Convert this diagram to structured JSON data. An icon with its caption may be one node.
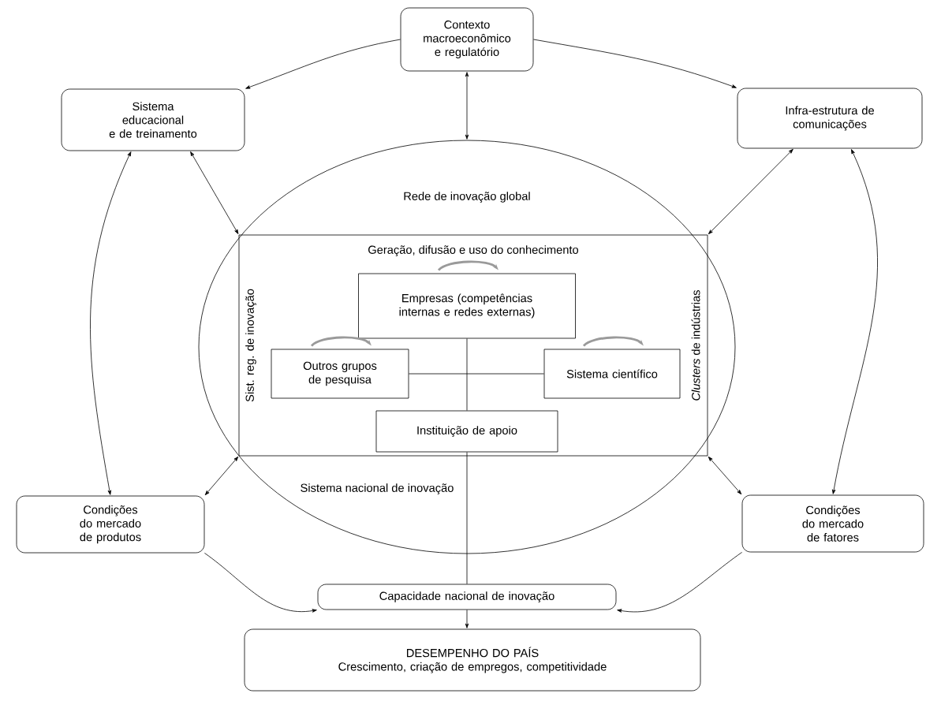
{
  "diagram": {
    "nodes": [
      {
        "text": [
          "Contexto macroeconômico e regulatório"
        ]
      },
      {
        "text": [
          "Sistema educacional e de treinamento"
        ]
      },
      {
        "text": [
          "Infra-estrutura de comunicações"
        ]
      },
      {
        "text": [
          "Condições do mercado de produtos"
        ]
      },
      {
        "text": [
          "Condições do mercado de fatores"
        ]
      },
      {
        "text": [
          "Rede de inovação global",
          "Sistema nacional de inovação"
        ]
      },
      {
        "text": [
          "Geração, difusão e uso do conhecimento",
          "Sist. reg. de inovação",
          "*Clusters* de indústrias"
        ],
        "in": 5
      },
      {
        "text": [
          "Empresas (competências internas e redes externas)"
        ],
        "in": 6
      },
      {
        "text": [
          "Outros grupos de pesquisa"
        ],
        "in": 6
      },
      {
        "text": [
          "Sistema científico"
        ],
        "in": 6
      },
      {
        "text": [
          "Instituição de apoio"
        ],
        "in": 6
      },
      {
        "text": [
          "Capacidade nacional de inovação"
        ]
      },
      {
        "text": [
          "DESEMPENHO DO PAÍS",
          "Crescimento, criação de empregos, competitividade"
        ]
      }
    ],
    "edges": [
      {
        "from": 0,
        "to": 1,
        "arrow": "to"
      },
      {
        "from": 0,
        "to": 2,
        "arrow": "to"
      },
      {
        "from": 0,
        "to": 5,
        "arrow": "both"
      },
      {
        "from": 1,
        "to": 6,
        "arrow": "both"
      },
      {
        "from": 2,
        "to": 6,
        "arrow": "both"
      },
      {
        "from": 3,
        "to": 6,
        "arrow": "both"
      },
      {
        "from": 4,
        "to": 6,
        "arrow": "both"
      },
      {
        "from": 3,
        "to": 1,
        "arrow": "both"
      },
      {
        "from": 4,
        "to": 2,
        "arrow": "both"
      },
      {
        "from": 3,
        "to": 11,
        "arrow": "to"
      },
      {
        "from": 4,
        "to": 11,
        "arrow": "to"
      },
      {
        "from": 7,
        "to": 10,
        "arrow": "none"
      },
      {
        "from": 8,
        "to": 9,
        "arrow": "none"
      },
      {
        "from": 10,
        "to": 11,
        "arrow": "none"
      },
      {
        "from": 11,
        "to": 12,
        "arrow": "to"
      },
      {
        "from": 7,
        "to": 7,
        "arrow": "to",
        "style": "thick",
        "color": "#9a9a9a"
      },
      {
        "from": 8,
        "to": 8,
        "arrow": "to",
        "style": "thick",
        "color": "#9a9a9a"
      },
      {
        "from": 9,
        "to": 9,
        "arrow": "to",
        "style": "thick",
        "color": "#9a9a9a"
      }
    ]
  }
}
